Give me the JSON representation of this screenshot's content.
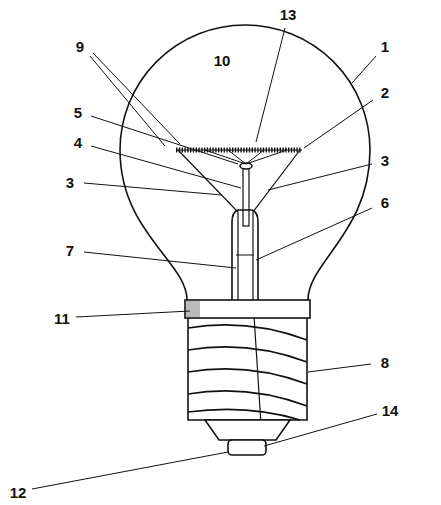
{
  "diagram": {
    "labels": [
      "10",
      "13",
      "9",
      "1",
      "2",
      "5",
      "4",
      "3",
      "3",
      "6",
      "7",
      "11",
      "8",
      "14",
      "12"
    ]
  }
}
